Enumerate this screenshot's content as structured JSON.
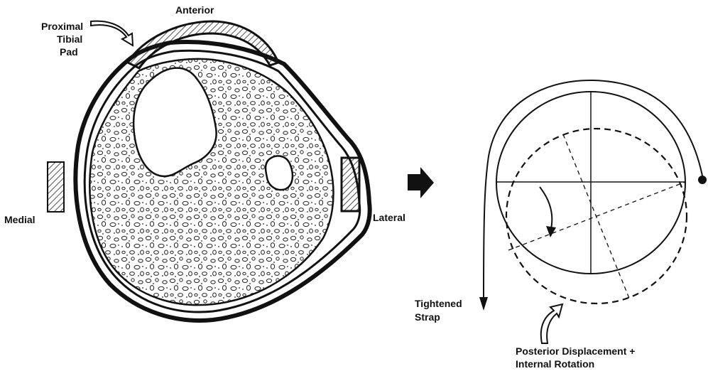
{
  "labels": {
    "anterior": "Anterior",
    "proximal_tibial_pad": [
      "Proximal",
      "Tibial",
      "Pad"
    ],
    "medial": "Medial",
    "lateral": "Lateral",
    "tightened_strap": [
      "Tightened",
      "Strap"
    ],
    "posterior_displacement": [
      "Posterior Displacement +",
      "Internal Rotation"
    ]
  },
  "colors": {
    "ink": "#111111",
    "pad_hatch": "#222222",
    "bone_fill": "#ffffff"
  },
  "icons": {
    "transition": "right-arrow-icon",
    "callout_pad": "curved-arrow-icon",
    "callout_displacement": "curved-arrow-icon",
    "rotation": "rotation-arrow-icon"
  }
}
